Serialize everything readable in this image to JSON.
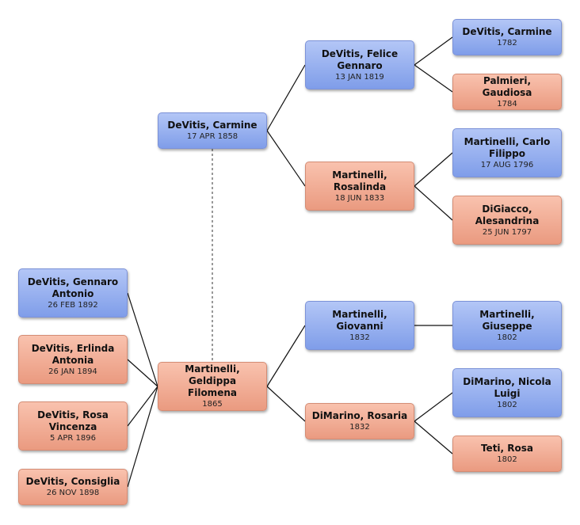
{
  "people": {
    "carmine_1858": {
      "name": "DeVitis, Carmine",
      "date": "17 APR 1858",
      "sex": "male"
    },
    "geldippa": {
      "name": "Martinelli, Geldippa Filomena",
      "date": "1865",
      "sex": "female"
    },
    "felice": {
      "name": "DeVitis, Felice Gennaro",
      "date": "13 JAN 1819",
      "sex": "male"
    },
    "rosalinda": {
      "name": "Martinelli, Rosalinda",
      "date": "18 JUN 1833",
      "sex": "female"
    },
    "carmine_1782": {
      "name": "DeVitis, Carmine",
      "date": "1782",
      "sex": "male"
    },
    "gaudiosa": {
      "name": "Palmieri, Gaudiosa",
      "date": "1784",
      "sex": "female"
    },
    "carlo": {
      "name": "Martinelli, Carlo Filippo",
      "date": "17 AUG 1796",
      "sex": "male"
    },
    "alesandrina": {
      "name": "DiGiacco, Alesandrina",
      "date": "25 JUN 1797",
      "sex": "female"
    },
    "giovanni": {
      "name": "Martinelli, Giovanni",
      "date": "1832",
      "sex": "male"
    },
    "rosaria": {
      "name": "DiMarino, Rosaria",
      "date": "1832",
      "sex": "female"
    },
    "giuseppe": {
      "name": "Martinelli, Giuseppe",
      "date": "1802",
      "sex": "male"
    },
    "nicola": {
      "name": "DiMarino, Nicola Luigi",
      "date": "1802",
      "sex": "male"
    },
    "teti": {
      "name": "Teti, Rosa",
      "date": "1802",
      "sex": "female"
    },
    "gennaro_antonio": {
      "name": "DeVitis, Gennaro Antonio",
      "date": "26 FEB 1892",
      "sex": "male"
    },
    "erlinda": {
      "name": "DeVitis, Erlinda Antonia",
      "date": "26 JAN 1894",
      "sex": "female"
    },
    "rosa_vincenza": {
      "name": "DeVitis, Rosa Vincenza",
      "date": "5 APR 1896",
      "sex": "female"
    },
    "consiglia": {
      "name": "DeVitis, Consiglia",
      "date": "26 NOV 1898",
      "sex": "female"
    }
  },
  "links": [
    {
      "from": "carmine_1858",
      "to": "felice"
    },
    {
      "from": "carmine_1858",
      "to": "rosalinda"
    },
    {
      "from": "felice",
      "to": "carmine_1782"
    },
    {
      "from": "felice",
      "to": "gaudiosa"
    },
    {
      "from": "rosalinda",
      "to": "carlo"
    },
    {
      "from": "rosalinda",
      "to": "alesandrina"
    },
    {
      "from": "geldippa",
      "to": "giovanni"
    },
    {
      "from": "geldippa",
      "to": "rosaria"
    },
    {
      "from": "giovanni",
      "to": "giuseppe"
    },
    {
      "from": "rosaria",
      "to": "nicola"
    },
    {
      "from": "rosaria",
      "to": "teti"
    },
    {
      "from": "gennaro_antonio",
      "to": "geldippa"
    },
    {
      "from": "erlinda",
      "to": "geldippa"
    },
    {
      "from": "rosa_vincenza",
      "to": "geldippa"
    },
    {
      "from": "consiglia",
      "to": "geldippa"
    }
  ],
  "marriages": [
    {
      "a": "carmine_1858",
      "b": "geldippa"
    }
  ],
  "colors": {
    "male": "#8ea9ee",
    "female": "#f0a88f",
    "link": "#111111",
    "marriage": "#555555"
  }
}
